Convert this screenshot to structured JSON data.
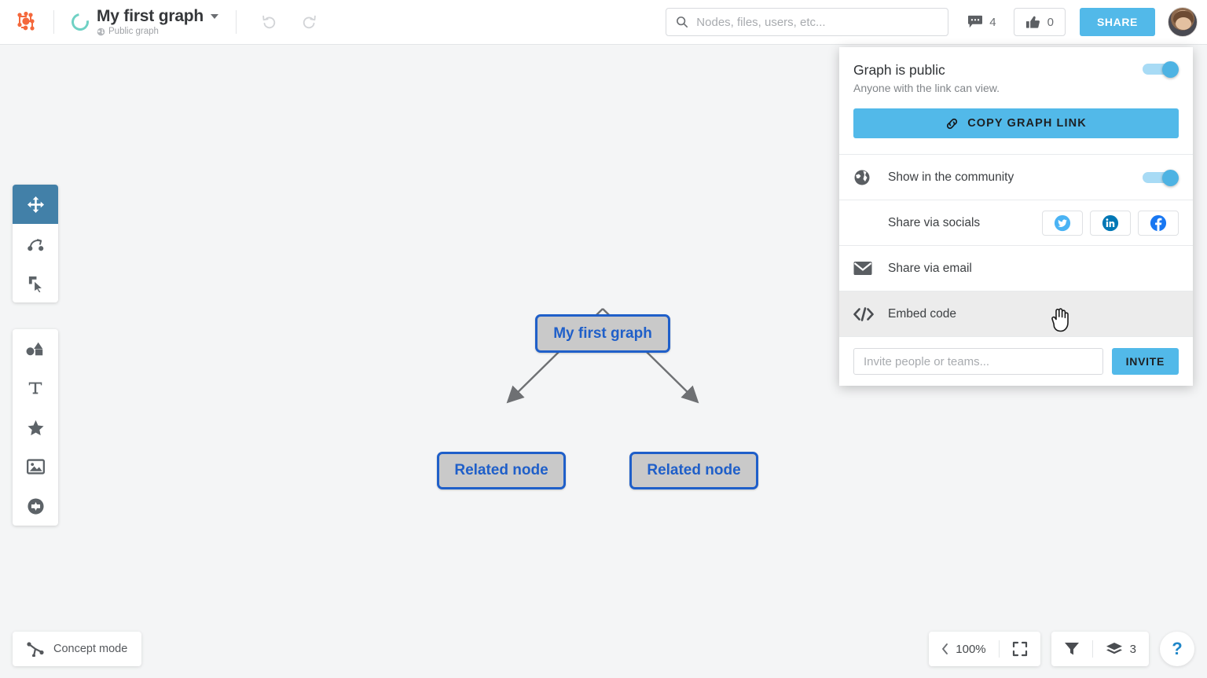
{
  "app": {
    "logo_icon": "graph-nodes-logo",
    "accent_blue": "#52b9e9",
    "node_blue": "#1f5fc9",
    "node_fill": "#c9c9c9",
    "canvas_bg": "#f4f5f6"
  },
  "header": {
    "title": "My first graph",
    "visibility_icon": "globe-icon",
    "visibility_label": "Public graph",
    "caret_icon": "chevron-down-icon",
    "undo_icon": "undo-icon",
    "redo_icon": "redo-icon",
    "search": {
      "placeholder": "Nodes, files, users, etc...",
      "value": "",
      "icon": "search-icon"
    },
    "comments": {
      "icon": "comment-icon",
      "count": "4"
    },
    "likes": {
      "icon": "thumbs-up-icon",
      "count": "0"
    },
    "share_label": "SHARE",
    "avatar": "user-avatar"
  },
  "left_toolbar": {
    "nav_tools": [
      {
        "name": "move-tool",
        "icon": "move-arrows-icon",
        "active": true
      },
      {
        "name": "edge-tool",
        "icon": "edge-connect-icon",
        "active": false
      },
      {
        "name": "select-tool",
        "icon": "select-cursor-icon",
        "active": false
      }
    ],
    "item_tools": [
      {
        "name": "shapes-tool",
        "icon": "shapes-icon"
      },
      {
        "name": "text-tool",
        "icon": "text-t-icon"
      },
      {
        "name": "star-tool",
        "icon": "star-icon"
      },
      {
        "name": "image-tool",
        "icon": "image-icon"
      },
      {
        "name": "add-tool",
        "icon": "plus-circle-icon"
      }
    ]
  },
  "graph": {
    "nodes": [
      {
        "id": "root",
        "label": "My first graph"
      },
      {
        "id": "left",
        "label": "Related node"
      },
      {
        "id": "right",
        "label": "Related node"
      }
    ],
    "edges": [
      {
        "from": "root",
        "to": "left"
      },
      {
        "from": "root",
        "to": "right"
      }
    ]
  },
  "share_popup": {
    "title": "Graph is public",
    "subtitle": "Anyone with the link can view.",
    "public_toggle_on": true,
    "copy_link": {
      "label": "COPY GRAPH LINK",
      "icon": "link-chain-icon"
    },
    "community": {
      "icon": "globe-icon",
      "label": "Show in the community",
      "toggle_on": true
    },
    "socials": {
      "label": "Share via socials",
      "buttons": [
        {
          "name": "twitter",
          "icon": "twitter-icon",
          "color": "#4ab3f4"
        },
        {
          "name": "linkedin",
          "icon": "linkedin-icon",
          "color": "#0077b5"
        },
        {
          "name": "facebook",
          "icon": "facebook-icon",
          "color": "#1877f2"
        }
      ]
    },
    "email": {
      "icon": "envelope-icon",
      "label": "Share via email"
    },
    "embed": {
      "icon": "code-brackets-icon",
      "label": "Embed code",
      "hovered": true
    },
    "invite": {
      "placeholder": "Invite people or teams...",
      "value": "",
      "button_label": "INVITE"
    }
  },
  "bottom_bar": {
    "concept_mode": {
      "icon": "concept-node-icon",
      "label": "Concept mode"
    },
    "zoom": {
      "collapse_icon": "chevron-left-icon",
      "level": "100%",
      "fit_icon": "fit-screen-icon"
    },
    "filter_icon": "filter-funnel-icon",
    "layers": {
      "icon": "layers-icon",
      "count": "3"
    },
    "help_label": "?"
  },
  "cursor": {
    "icon": "pointer-hand-cursor"
  }
}
